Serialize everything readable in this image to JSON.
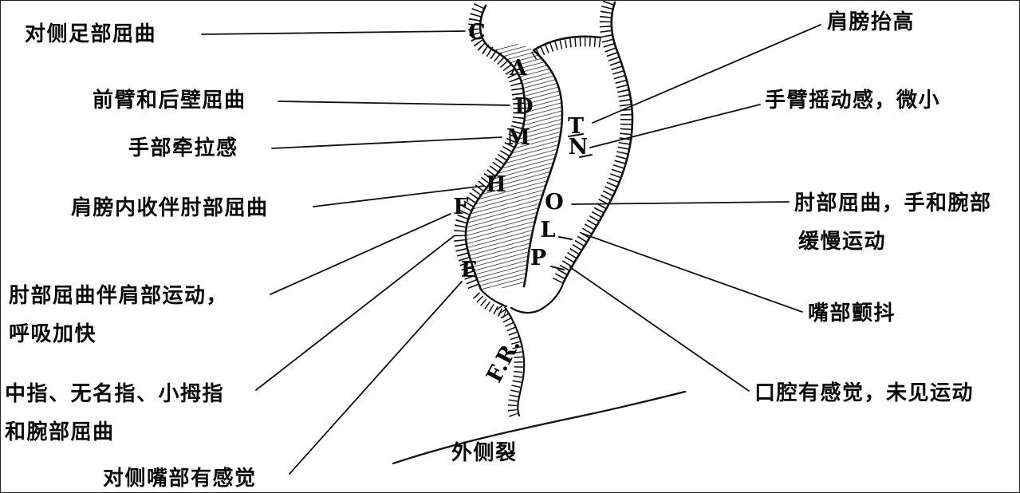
{
  "letters": [
    "C",
    "A",
    "D",
    "M",
    "T",
    "N",
    "H",
    "O",
    "F",
    "L",
    "P",
    "E"
  ],
  "fissure_abbr": "F.R.",
  "labels": {
    "left": [
      [
        "对侧足部屈曲"
      ],
      [
        "前臂和后壁屈曲"
      ],
      [
        "手部牵拉感"
      ],
      [
        "肩膀内收伴肘部屈曲"
      ],
      [
        "肘部屈曲伴肩部运动，",
        "呼吸加快"
      ],
      [
        "中指、无名指、小拇指",
        "和腕部屈曲"
      ],
      [
        "对侧嘴部有感觉"
      ]
    ],
    "right": [
      [
        "肩膀抬高"
      ],
      [
        "手臂摇动感，微小"
      ],
      [
        "肘部屈曲，手和腕部",
        "缓慢运动"
      ],
      [
        "嘴部颤抖"
      ],
      [
        "口腔有感觉，未见运动"
      ]
    ],
    "bottom": "外侧裂"
  }
}
